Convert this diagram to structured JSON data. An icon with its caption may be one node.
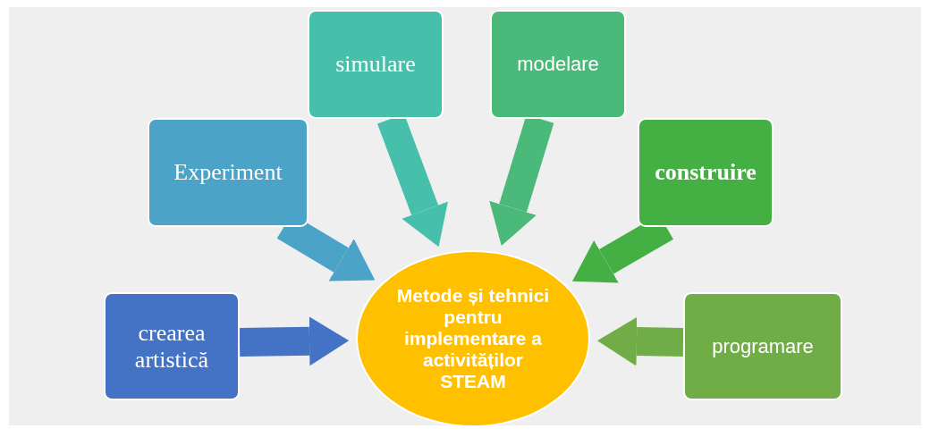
{
  "diagram": {
    "nodes": [
      {
        "text": [
          "Metode și tehnici pentru implementare a activităților STEAM"
        ]
      },
      {
        "text": [
          "crearea artistică"
        ]
      },
      {
        "text": [
          "Experiment"
        ]
      },
      {
        "text": [
          "simulare"
        ]
      },
      {
        "text": [
          "modelare"
        ]
      },
      {
        "text": [
          "construire"
        ]
      },
      {
        "text": [
          "programare"
        ]
      }
    ],
    "edges": [
      {
        "from": 1,
        "to": 0,
        "arrow": "to",
        "color": "#4472c4"
      },
      {
        "from": 2,
        "to": 0,
        "arrow": "to",
        "color": "#4ba3c7"
      },
      {
        "from": 3,
        "to": 0,
        "arrow": "to",
        "color": "#46c0ab"
      },
      {
        "from": 4,
        "to": 0,
        "arrow": "to",
        "color": "#4ab97a"
      },
      {
        "from": 5,
        "to": 0,
        "arrow": "to",
        "color": "#44b044"
      },
      {
        "from": 6,
        "to": 0,
        "arrow": "to",
        "color": "#70ad47"
      }
    ]
  }
}
